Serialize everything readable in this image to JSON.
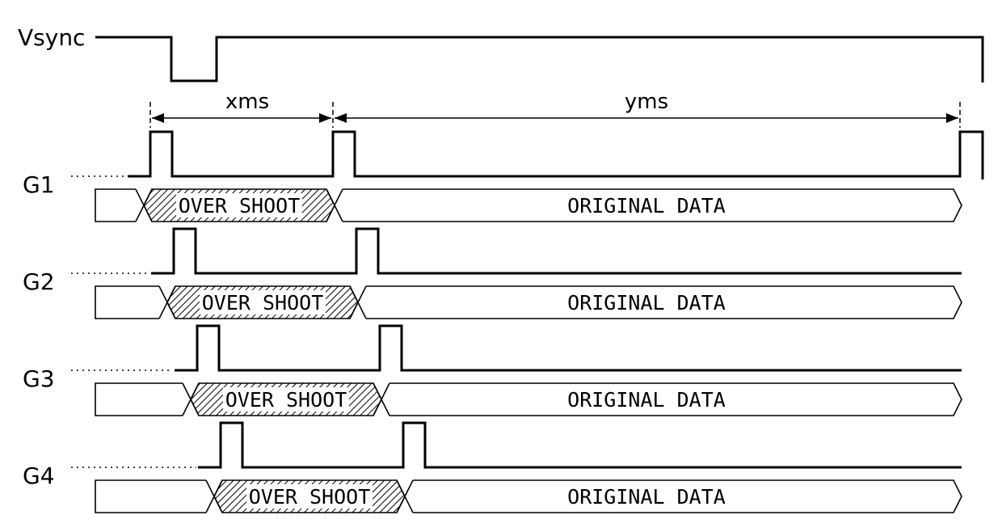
{
  "vsync_label": "Vsync",
  "interval_x_label": "xms",
  "interval_y_label": "yms",
  "rows": [
    {
      "name": "G1",
      "overshoot": "OVER SHOOT",
      "data": "ORIGINAL DATA"
    },
    {
      "name": "G2",
      "overshoot": "OVER SHOOT",
      "data": "ORIGINAL DATA"
    },
    {
      "name": "G3",
      "overshoot": "OVER SHOOT",
      "data": "ORIGINAL DATA"
    },
    {
      "name": "G4",
      "overshoot": "OVER SHOOT",
      "data": "ORIGINAL DATA"
    }
  ]
}
